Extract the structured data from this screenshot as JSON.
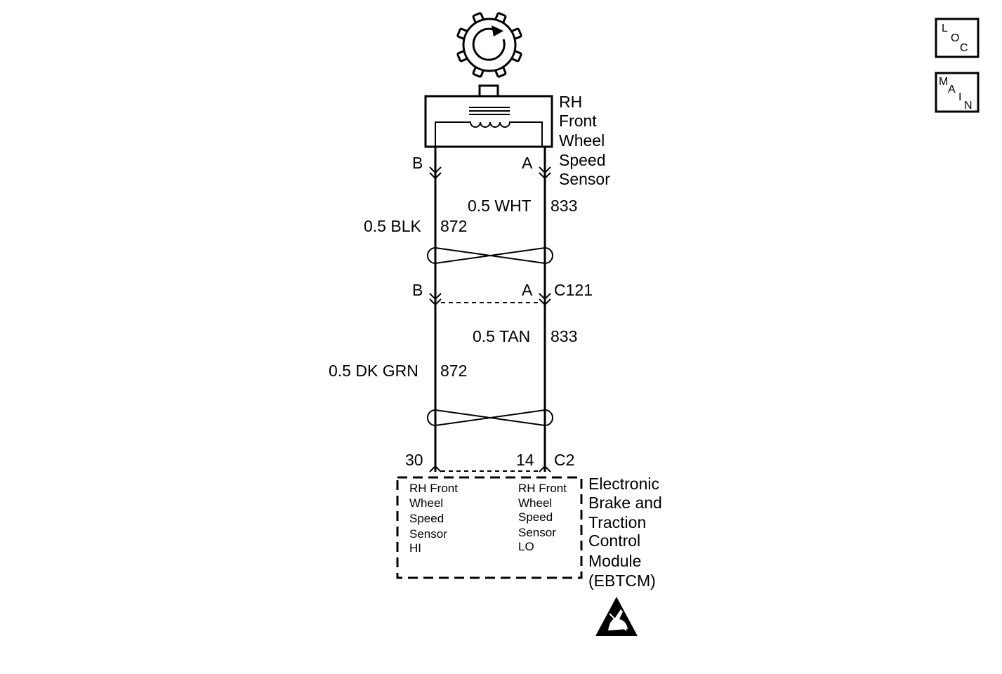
{
  "nav": {
    "loc": {
      "l1": "L",
      "l2": "O",
      "l3": "C"
    },
    "main": {
      "l1": "M",
      "l2": "A",
      "l3": "I",
      "l4": "N"
    }
  },
  "sensor": {
    "name_lines": [
      "RH",
      "Front",
      "Wheel",
      "Speed",
      "Sensor"
    ],
    "terminal_left": "B",
    "terminal_right": "A"
  },
  "upper_wires": {
    "left": {
      "color": "0.5 BLK",
      "circuit": "872"
    },
    "right": {
      "color": "0.5 WHT",
      "circuit": "833"
    }
  },
  "connector_c121": {
    "name": "C121",
    "terminal_left": "B",
    "terminal_right": "A"
  },
  "lower_wires": {
    "left": {
      "color": "0.5 DK GRN",
      "circuit": "872"
    },
    "right": {
      "color": "0.5 TAN",
      "circuit": "833"
    }
  },
  "connector_c2": {
    "name": "C2",
    "pin_left": "30",
    "pin_right": "14"
  },
  "module": {
    "name_lines": [
      "Electronic",
      "Brake and",
      "Traction",
      "Control",
      "Module",
      "(EBTCM)"
    ],
    "left_signal_lines": [
      "RH Front",
      "Wheel",
      "Speed",
      "Sensor",
      "HI"
    ],
    "right_signal_lines": [
      "RH Front",
      "Wheel",
      "Speed",
      "Sensor",
      "LO"
    ]
  },
  "esd_symbol": "esd-warning-icon"
}
